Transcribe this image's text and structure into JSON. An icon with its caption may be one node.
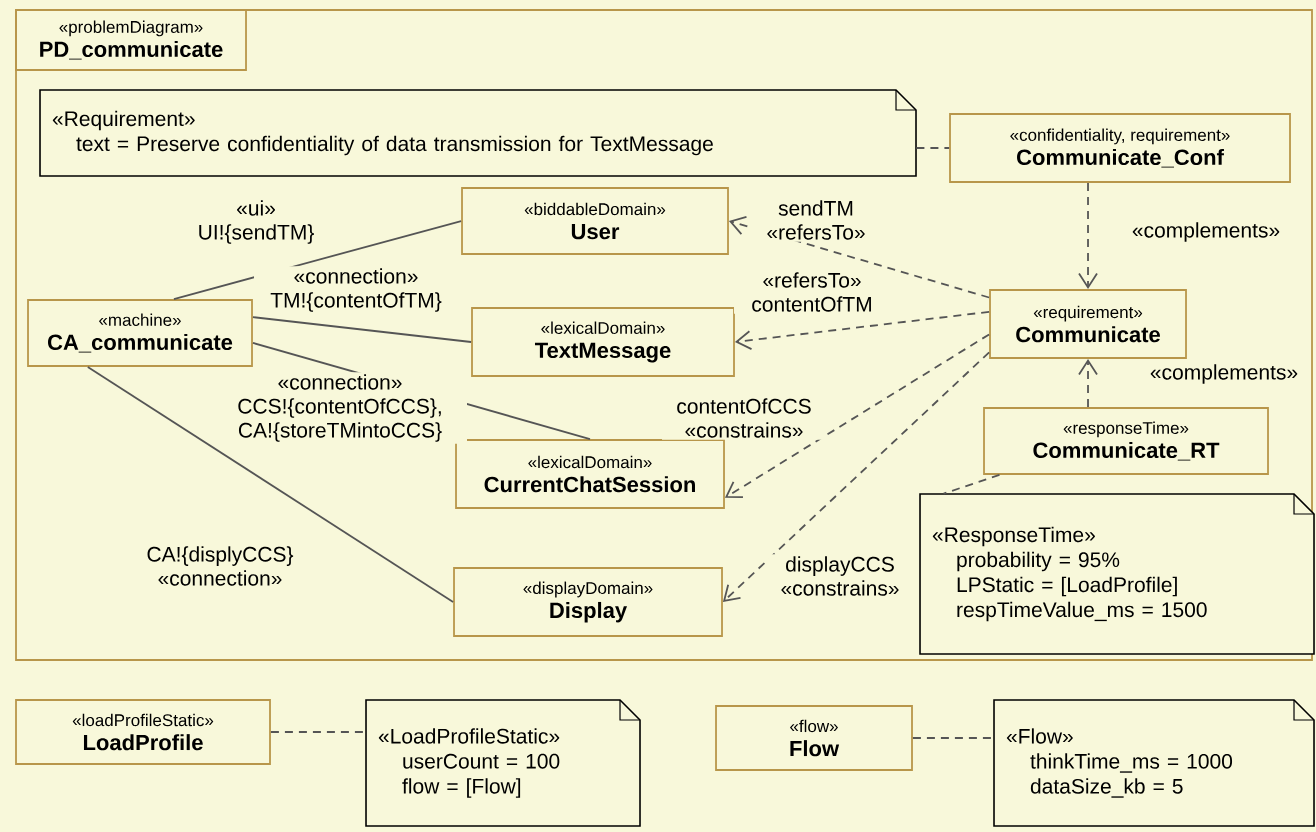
{
  "diagram": {
    "nodes": [
      {
        "text": [
          "«problemDiagram»",
          "PD_communicate"
        ]
      },
      {
        "text": [
          "«Requirement»",
          "text = Preserve confidentiality of data transmission for TextMessage"
        ],
        "in": 0
      },
      {
        "text": [
          "«confidentiality, requirement»",
          "Communicate_Conf"
        ],
        "in": 0
      },
      {
        "text": [
          "«biddableDomain»",
          "User"
        ],
        "in": 0
      },
      {
        "text": [
          "«machine»",
          "CA_communicate"
        ],
        "in": 0
      },
      {
        "text": [
          "«lexicalDomain»",
          "TextMessage"
        ],
        "in": 0
      },
      {
        "text": [
          "«requirement»",
          "Communicate"
        ],
        "in": 0
      },
      {
        "text": [
          "«responseTime»",
          "Communicate_RT"
        ],
        "in": 0
      },
      {
        "text": [
          "«lexicalDomain»",
          "CurrentChatSession"
        ],
        "in": 0
      },
      {
        "text": [
          "«displayDomain»",
          "Display"
        ],
        "in": 0
      },
      {
        "text": [
          "«ResponseTime»",
          "probability = 95%",
          "LPStatic = [LoadProfile]",
          "respTimeValue_ms = 1500"
        ],
        "in": 0
      },
      {
        "text": [
          "«loadProfileStatic»",
          "LoadProfile"
        ]
      },
      {
        "text": [
          "«LoadProfileStatic»",
          "userCount = 100",
          "flow = [Flow]"
        ]
      },
      {
        "text": [
          "«flow»",
          "Flow"
        ]
      },
      {
        "text": [
          "«Flow»",
          "thinkTime_ms = 1000",
          "dataSize_kb = 5"
        ]
      }
    ],
    "edges": [
      {
        "from": 4,
        "to": 3,
        "arrow": "none",
        "label": "«ui» UI!{sendTM}"
      },
      {
        "from": 4,
        "to": 5,
        "arrow": "none",
        "label": "«connection» TM!{contentOfTM}"
      },
      {
        "from": 4,
        "to": 8,
        "arrow": "none",
        "label": "«connection» CCS!{contentOfCCS}, CA!{storeTMintoCCS}"
      },
      {
        "from": 4,
        "to": 9,
        "arrow": "none",
        "label": "CA!{displyCCS} «connection»"
      },
      {
        "from": 6,
        "to": 3,
        "arrow": "to",
        "style": "dashed",
        "label": "sendTM «refersTo»"
      },
      {
        "from": 6,
        "to": 5,
        "arrow": "to",
        "style": "dashed",
        "label": "«refersTo» contentOfTM"
      },
      {
        "from": 6,
        "to": 8,
        "arrow": "to",
        "style": "dashed",
        "label": "contentOfCCS «constrains»"
      },
      {
        "from": 6,
        "to": 9,
        "arrow": "to",
        "style": "dashed",
        "label": "displayCCS «constrains»"
      },
      {
        "from": 2,
        "to": 6,
        "arrow": "to",
        "style": "dashed",
        "label": "«complements»"
      },
      {
        "from": 7,
        "to": 6,
        "arrow": "to",
        "style": "dashed",
        "label": "«complements»"
      },
      {
        "from": 1,
        "to": 2,
        "arrow": "none",
        "style": "dashed"
      },
      {
        "from": 7,
        "to": 10,
        "arrow": "none",
        "style": "dashed"
      },
      {
        "from": 11,
        "to": 12,
        "arrow": "none",
        "style": "dashed"
      },
      {
        "from": 13,
        "to": 14,
        "arrow": "none",
        "style": "dashed"
      }
    ]
  }
}
